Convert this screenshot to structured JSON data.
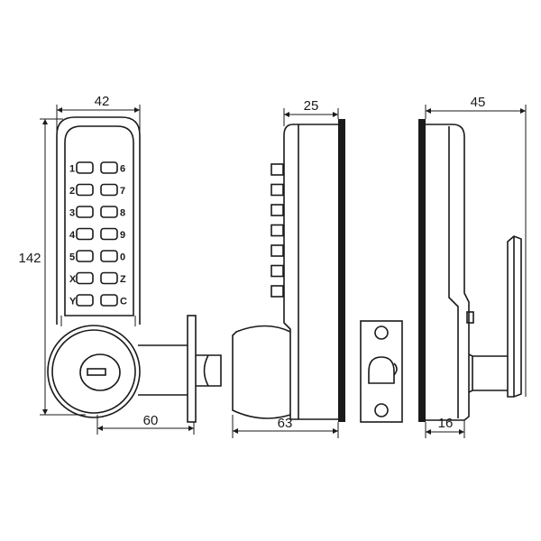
{
  "dimensions": {
    "front_width": "42",
    "height": "142",
    "backset": "60",
    "body_depth": "25",
    "overall_depth": "63",
    "inside_depth": "45",
    "inside_body": "16"
  },
  "keypad": {
    "left": [
      "1",
      "2",
      "3",
      "4",
      "5",
      "X",
      "Y"
    ],
    "right": [
      "6",
      "7",
      "8",
      "9",
      "0",
      "Z",
      "C"
    ]
  },
  "colors": {
    "line": "#1a1a1a",
    "plate": "#1a1a1a"
  }
}
